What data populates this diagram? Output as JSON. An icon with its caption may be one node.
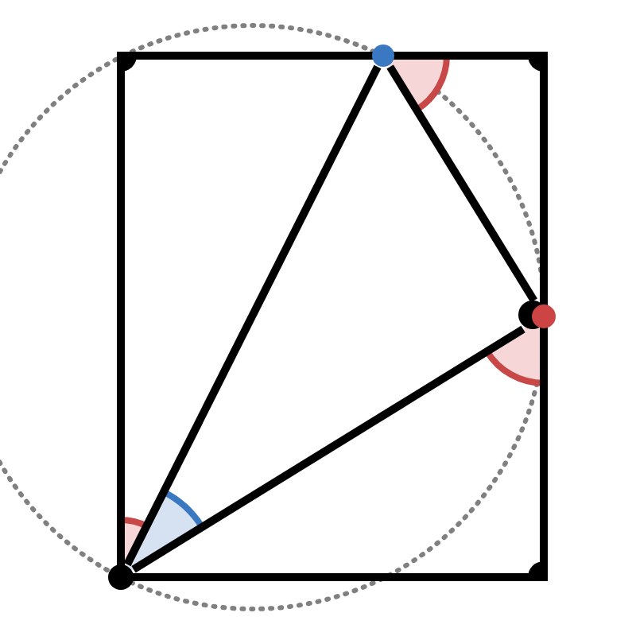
{
  "diagram": {
    "nodes": [
      {
        "text": [],
        "shape": "circle"
      },
      {
        "text": [],
        "shape": "circle"
      },
      {
        "text": [],
        "shape": "circle"
      }
    ],
    "edges": [
      {
        "from": 2,
        "to": 0,
        "arrow": "none"
      },
      {
        "from": 0,
        "to": 1,
        "arrow": "none"
      },
      {
        "from": 1,
        "to": 2,
        "arrow": "none"
      }
    ]
  }
}
